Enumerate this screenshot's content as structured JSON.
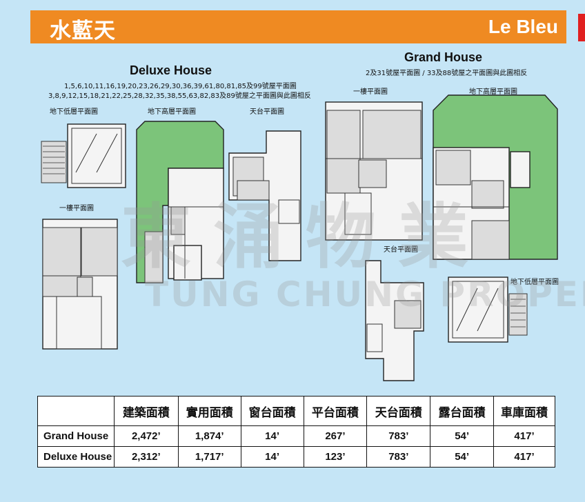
{
  "header": {
    "title_cn": "水藍天",
    "title_en": "Le Bleu"
  },
  "deluxe": {
    "title": "Deluxe House",
    "note1": "1,5,6,10,11,16,19,20,23,26,29,30,36,39,61,80,81,85及99號屋平面圖",
    "note2": "3,8,9,12,15,18,21,22,25,28,32,35,38,55,63,82,83及89號屋之平面圖與此圖相反",
    "labels": {
      "lower_ground": "地下低層平面圖",
      "upper_ground": "地下高層平面圖",
      "roof": "天台平面圖",
      "first_floor": "一樓平面圖"
    }
  },
  "grand": {
    "title": "Grand House",
    "note": "2及31號屋平面圖 / 33及88號屋之平面圖與此圖相反",
    "labels": {
      "first_floor": "一樓平面圖",
      "upper_ground": "地下高層平面圖",
      "roof": "天台平面圖",
      "lower_ground": "地下低層平面圖"
    }
  },
  "watermark": {
    "cn": "東涌物業",
    "en": "TUNG CHUNG PROPERTY"
  },
  "table": {
    "headers": [
      "",
      "建築面積",
      "實用面積",
      "窗台面積",
      "平台面積",
      "天台面積",
      "露台面積",
      "車庫面積"
    ],
    "rows": [
      {
        "name": "Grand House",
        "values": [
          "2,472’",
          "1,874’",
          "14’",
          "267’",
          "783’",
          "54’",
          "417’"
        ]
      },
      {
        "name": "Deluxe House",
        "values": [
          "2,312’",
          "1,717’",
          "14’",
          "123’",
          "783’",
          "54’",
          "417’"
        ]
      }
    ]
  },
  "colors": {
    "background": "#c5e5f6",
    "header": "#ef8a22",
    "garden_green": "#7cc47a",
    "accent_red": "#e02020"
  }
}
